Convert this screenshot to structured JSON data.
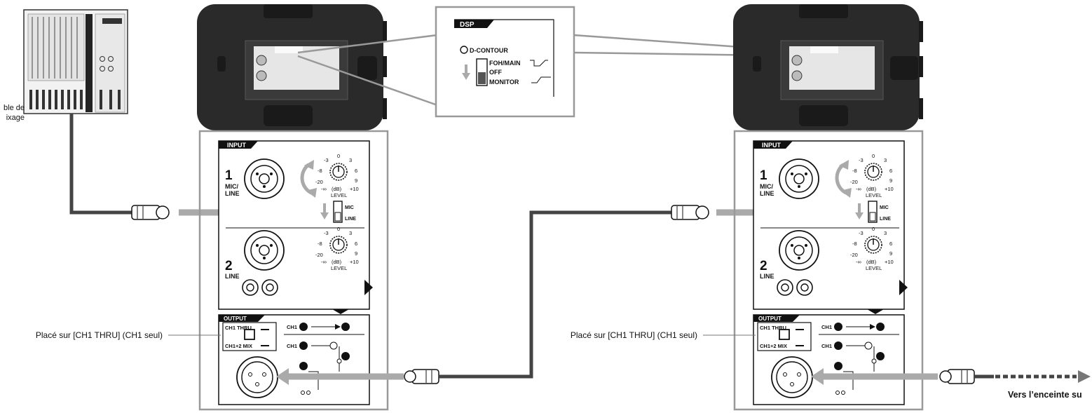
{
  "mixer": {
    "label_line1": "ble de",
    "label_line2": "ixage"
  },
  "dsp_callout": {
    "header": "DSP",
    "dcontour": "D-CONTOUR",
    "foh_main": "FOH/MAIN",
    "off": "OFF",
    "monitor": "MONITOR"
  },
  "speaker_left": {
    "input_header": "INPUT",
    "ch1_number": "1",
    "ch1_label_a": "MIC/",
    "ch1_label_b": "LINE",
    "level_ticks": [
      "-3",
      "0",
      "3",
      "-8",
      "6",
      "-20",
      "9",
      "-∞",
      "(dB)",
      "+10"
    ],
    "level_label": "LEVEL",
    "mic": "MIC",
    "line": "LINE",
    "ch2_number": "2",
    "ch2_label": "LINE",
    "output_header": "OUTPUT",
    "ch1_thru": "CH1 THRU",
    "ch12_mix": "CH1+2 MIX",
    "ch1_row1": "CH1",
    "ch1_row2": "CH1"
  },
  "speaker_right": {
    "input_header": "INPUT",
    "ch1_number": "1",
    "ch1_label_a": "MIC/",
    "ch1_label_b": "LINE",
    "level_ticks": [
      "-3",
      "0",
      "3",
      "-8",
      "6",
      "-20",
      "9",
      "-∞",
      "(dB)",
      "+10"
    ],
    "level_label": "LEVEL",
    "mic": "MIC",
    "line": "LINE",
    "ch2_number": "2",
    "ch2_label": "LINE",
    "output_header": "OUTPUT",
    "ch1_thru": "CH1 THRU",
    "ch12_mix": "CH1+2 MIX",
    "ch1_row1": "CH1",
    "ch1_row2": "CH1"
  },
  "annotations": {
    "left_switch": "Placé sur [CH1 THRU] (CH1 seul)",
    "right_switch": "Placé sur [CH1 THRU] (CH1 seul)",
    "next_speaker": "Vers l’enceinte su"
  }
}
